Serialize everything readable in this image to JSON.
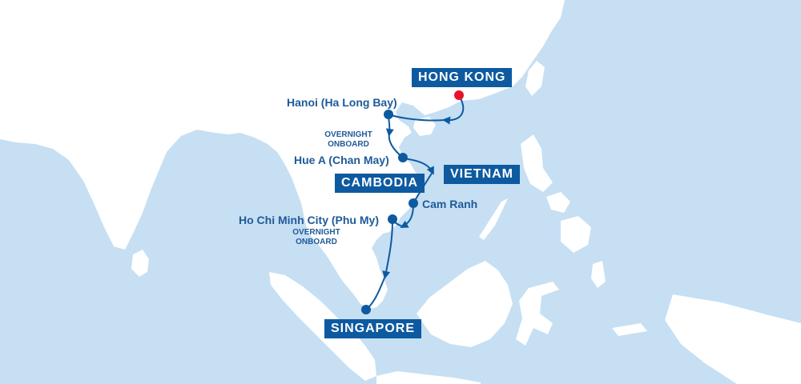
{
  "colors": {
    "water": "#c6dff3",
    "land": "#ffffff",
    "route": "#0d5aa0",
    "port_marker": "#0d5aa0",
    "start_marker": "#e8132a",
    "label_text": "#1f5a99",
    "badge_bg": "#0d5aa0",
    "badge_text": "#ffffff"
  },
  "region_badges": {
    "hong_kong": "HONG KONG",
    "vietnam": "VIETNAM",
    "cambodia": "CAMBODIA",
    "singapore": "SINGAPORE"
  },
  "ports": {
    "hanoi": "Hanoi (Ha Long Bay)",
    "hue": "Hue A (Chan May)",
    "cam_ranh": "Cam Ranh",
    "ho_chi_minh": "Ho Chi Minh City (Phu My)"
  },
  "notes": {
    "overnight_hue": "OVERNIGHT\nONBOARD",
    "overnight_hcm": "OVERNIGHT\nONBOARD"
  },
  "route_order": [
    "Hong Kong",
    "Hanoi (Ha Long Bay)",
    "Hue A (Chan May)",
    "Cam Ranh",
    "Ho Chi Minh City (Phu My)",
    "Singapore"
  ]
}
